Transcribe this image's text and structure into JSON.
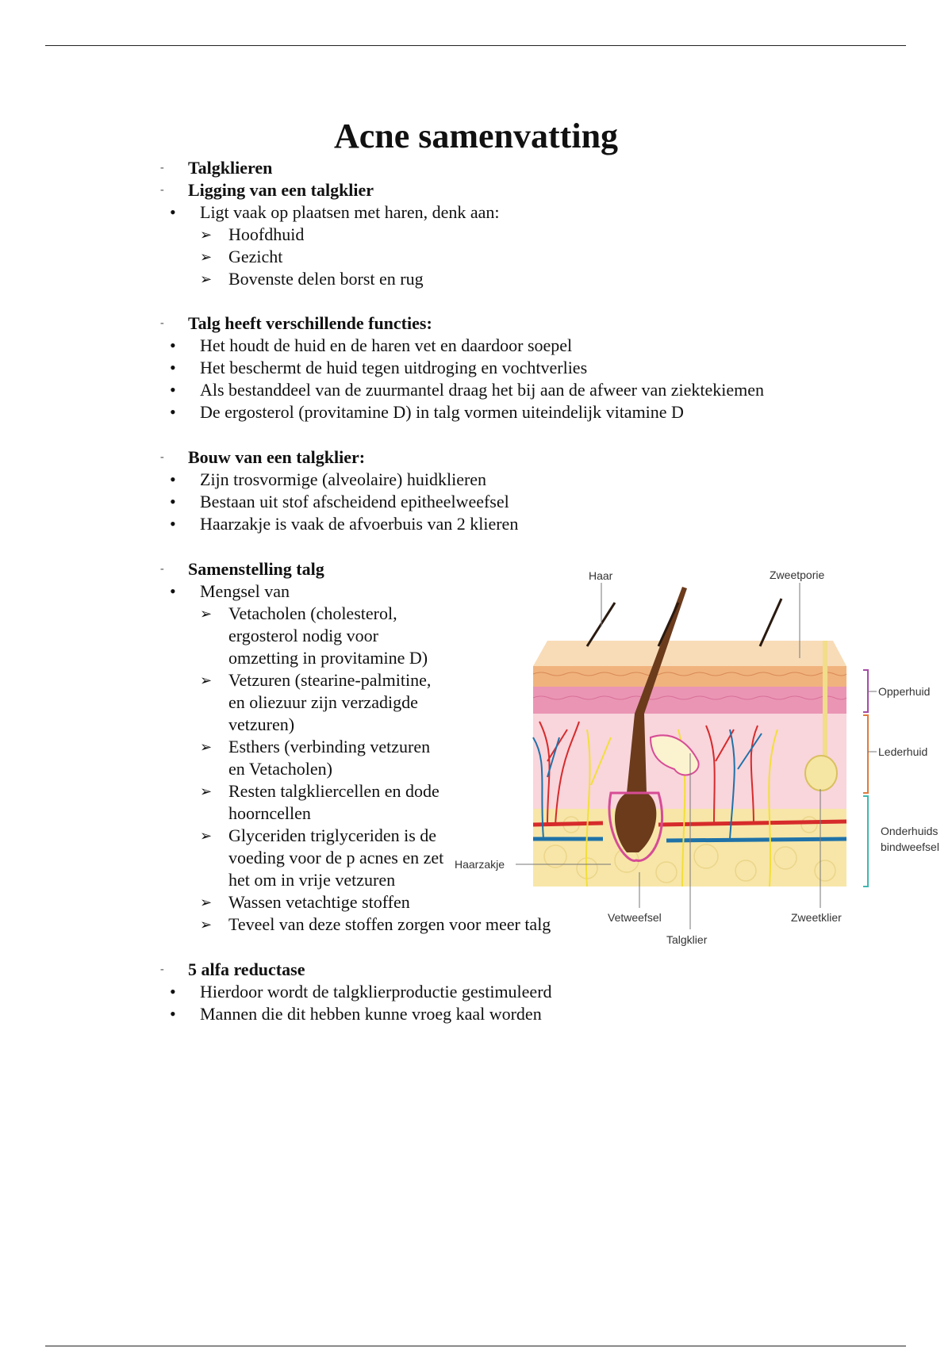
{
  "title": "Acne samenvatting",
  "sections": [
    {
      "heading": "Talgklieren"
    },
    {
      "heading": "Ligging van een talgklier",
      "bullets": [
        {
          "text": "Ligt vaak op plaatsen met haren, denk aan:",
          "subitems": [
            "Hoofdhuid",
            "Gezicht",
            "Bovenste delen borst en rug"
          ]
        }
      ]
    },
    {
      "heading": "Talg heeft verschillende functies:",
      "bullets": [
        {
          "text": "Het houdt de huid en de haren vet en daardoor soepel"
        },
        {
          "text": "Het beschermt de huid tegen uitdroging en vochtverlies"
        },
        {
          "text": "Als bestanddeel van de zuurmantel draag het bij aan de afweer van ziektekiemen"
        },
        {
          "text": "De ergosterol (provitamine D) in talg vormen uiteindelijk vitamine D"
        }
      ]
    },
    {
      "heading": "Bouw van een talgklier:",
      "bullets": [
        {
          "text": "Zijn trosvormige (alveolaire) huidklieren"
        },
        {
          "text": "Bestaan uit stof afscheidend epitheelweefsel"
        },
        {
          "text": "Haarzakje is vaak de afvoerbuis van 2 klieren"
        }
      ]
    },
    {
      "heading": "Samenstelling talg",
      "bullets": [
        {
          "text": "Mengsel van",
          "subitems": [
            "Vetacholen (cholesterol, ergosterol nodig voor omzetting in provitamine D)",
            "Vetzuren (stearine-palmitine, en oliezuur zijn verzadigde vetzuren)",
            "Esthers (verbinding vetzuren en Vetacholen)",
            "Resten talgkliercellen en dode hoorncellen",
            "Glyceriden triglyceriden is de voeding voor de p acnes en zet het om in vrije vetzuren",
            "Wassen vetachtige stoffen",
            "Teveel van deze stoffen zorgen voor meer talg"
          ]
        }
      ]
    },
    {
      "heading": "5 alfa reductase",
      "bullets": [
        {
          "text": "Hierdoor wordt de talgklierproductie gestimuleerd"
        },
        {
          "text": "Mannen die dit hebben kunne vroeg kaal worden"
        }
      ]
    }
  ],
  "diagram": {
    "labels": {
      "haar": "Haar",
      "zweetporie": "Zweetporie",
      "opperhuid": "Opperhuid",
      "lederhuid": "Lederhuid",
      "onderhuids_1": "Onderhuids",
      "onderhuids_2": "bindweefsel",
      "haarzakje": "Haarzakje",
      "vetweefsel": "Vetweefsel",
      "talgklier": "Talgklier",
      "zweetklier": "Zweetklier"
    }
  },
  "markers": {
    "dash": "-",
    "bullet": "•",
    "arrow": "➢"
  }
}
